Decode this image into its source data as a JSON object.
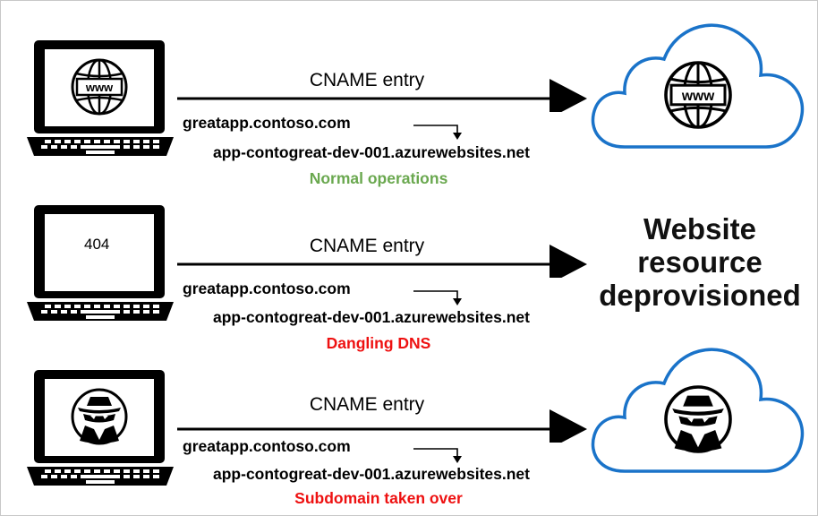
{
  "rows": [
    {
      "cname_label": "CNAME entry",
      "source_host": "greatapp.contoso.com",
      "target_host": "app-contogreat-dev-001.azurewebsites.net",
      "status": "Normal operations",
      "screen_icon": "www-globe-icon",
      "destination_icon": "www-globe-icon"
    },
    {
      "cname_label": "CNAME entry",
      "source_host": "greatapp.contoso.com",
      "target_host": "app-contogreat-dev-001.azurewebsites.net",
      "status": "Dangling DNS",
      "screen_text": "404",
      "destination_text": "Website resource deprovisioned"
    },
    {
      "cname_label": "CNAME entry",
      "source_host": "greatapp.contoso.com",
      "target_host": "app-contogreat-dev-001.azurewebsites.net",
      "status": "Subdomain taken over",
      "screen_icon": "hacker-icon",
      "destination_icon": "hacker-icon"
    }
  ],
  "colors": {
    "normal_status": "#6aa84f",
    "error_status": "#ee1111",
    "cloud_outline": "#1a73c9"
  },
  "www_label": "www"
}
